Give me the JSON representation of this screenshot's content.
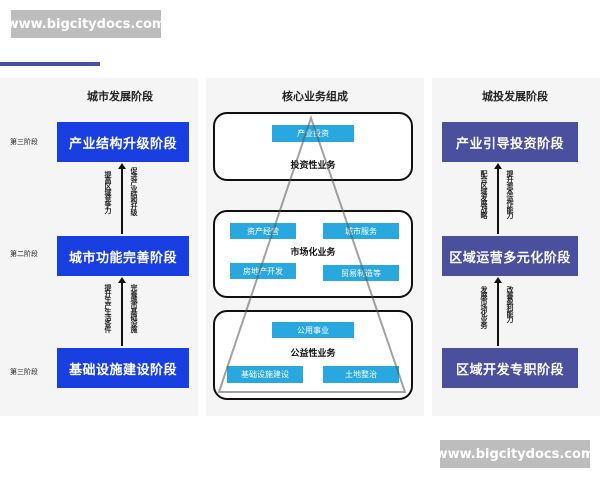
{
  "watermarks": {
    "top": "www.bigcitydocs.com",
    "bottom": "www.bigcitydocs.com"
  },
  "left": {
    "title": "城市发展阶段",
    "stages": [
      "第三阶段",
      "第二阶段",
      "第三阶段"
    ],
    "boxes": [
      "产业结构升级阶段",
      "城市功能完善阶段",
      "基础设施建设阶段"
    ],
    "arrows": {
      "upper_left": "提高区域竞争力",
      "upper_right": "促进产业结构升级",
      "lower_left": "提升生产生活条件",
      "lower_right": "完善城市基础设施"
    }
  },
  "middle": {
    "title": "核心业务组成",
    "top_group": {
      "chips": [
        "产业投资"
      ],
      "label": "投资性业务"
    },
    "mid_group": {
      "chips": [
        "资产经营",
        "城市服务",
        "房地产开发",
        "贸易制造等"
      ],
      "label": "市场化业务"
    },
    "bottom_group": {
      "chips": [
        "公用事业",
        "基础设施建设",
        "土地整治"
      ],
      "label": "公益性业务"
    }
  },
  "right": {
    "title": "城投发展阶段",
    "boxes": [
      "产业引导投资阶段",
      "区域运营多元化阶段",
      "区域开发专职阶段"
    ],
    "arrows": {
      "upper_left": "配合区域发展战略",
      "upper_right": "提升资本运作能力",
      "lower_left": "发展市场化业务",
      "lower_right": "改善盈利能力"
    }
  },
  "colors": {
    "left_box": "#1a3fe0",
    "right_box": "#4a4f9e",
    "chip": "#29a8df",
    "accent": "#4a4fa0"
  }
}
